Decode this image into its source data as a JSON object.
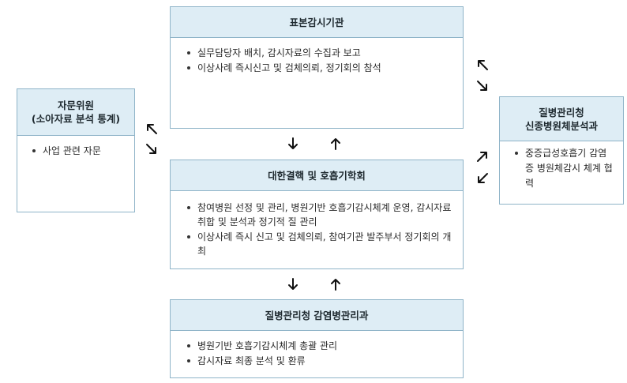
{
  "boxes": {
    "sentinel": {
      "title": "표본감시기관",
      "items": [
        "실무담당자 배치, 감시자료의 수집과 보고",
        "이상사례 즉시신고 및 검체의뢰, 정기회의 참석"
      ]
    },
    "advisory": {
      "title_line1": "자문위원",
      "title_line2": "(소아자료 분석 통계)",
      "items": [
        "사업 관련 자문"
      ]
    },
    "kdca_new": {
      "title_line1": "질병관리청",
      "title_line2": "신종병원체분석과",
      "items": [
        "중증급성호흡기 감염증 병원체감시 체계 협력"
      ]
    },
    "society": {
      "title": "대한결핵 및 호흡기학회",
      "items": [
        "참여병원 선정 및 관리, 병원기반 호흡기감시체계 운영, 감시자료 취합 및 분석과 정기적 질 관리",
        "이상사례 즉시 신고 및 검체의뢰, 참여기관 발주부서 정기회의 개최"
      ]
    },
    "kdca_infection": {
      "title": "질병관리청 감염병관리과",
      "items": [
        "병원기반 호흡기감시체계 총괄 관리",
        "감시자료 최종 분석 및 환류"
      ]
    }
  },
  "colors": {
    "border": "#8fb4c8",
    "header_bg": "#deedf5",
    "arrow": "#111111"
  },
  "icons": [
    "arrow-down-icon",
    "arrow-up-icon",
    "arrow-up-left-icon",
    "arrow-down-right-icon",
    "arrow-up-right-icon",
    "arrow-down-left-icon"
  ]
}
